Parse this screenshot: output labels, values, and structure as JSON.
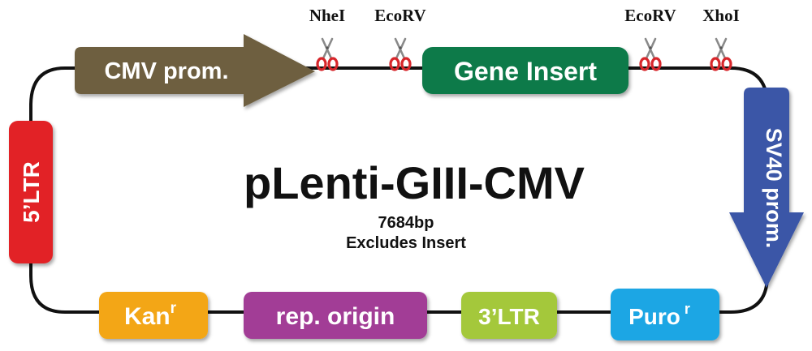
{
  "plasmid": {
    "name": "pLenti-GIII-CMV",
    "size": "7684bp",
    "note": "Excludes Insert"
  },
  "features": {
    "cmv": {
      "label": "CMV prom.",
      "color": "#6e5f3f"
    },
    "gene": {
      "label": "Gene Insert",
      "color": "#0b7a4a"
    },
    "sv40": {
      "label": "SV40 prom.",
      "color": "#3a56a7"
    },
    "puro": {
      "label": "Puro",
      "sup": "r",
      "color": "#1aa6e4"
    },
    "ltr3": {
      "label": "3’LTR",
      "color": "#a4c83a"
    },
    "ori": {
      "label": "rep. origin",
      "color": "#a23d96"
    },
    "kan": {
      "label": "Kan",
      "sup": "r",
      "color": "#f3a613"
    },
    "ltr5": {
      "label": "5’LTR",
      "color": "#e22227"
    }
  },
  "sites": {
    "nhei": "NheI",
    "ecorv1": "EcoRV",
    "ecorv2": "EcoRV",
    "xhoi": "XhoI"
  },
  "scissors": {
    "icon": "scissors-icon",
    "color": "#d7262b"
  }
}
